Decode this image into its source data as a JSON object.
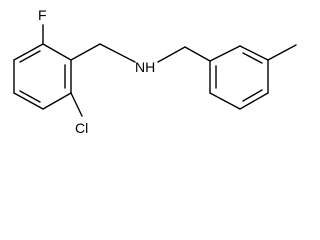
{
  "molecule": {
    "atoms": {
      "fluorine": "F",
      "amine": "NH",
      "chlorine": "Cl"
    },
    "substituent": "methyl"
  },
  "colors": {
    "bond": "#000000",
    "text": "#000000",
    "background": "#ffffff"
  }
}
